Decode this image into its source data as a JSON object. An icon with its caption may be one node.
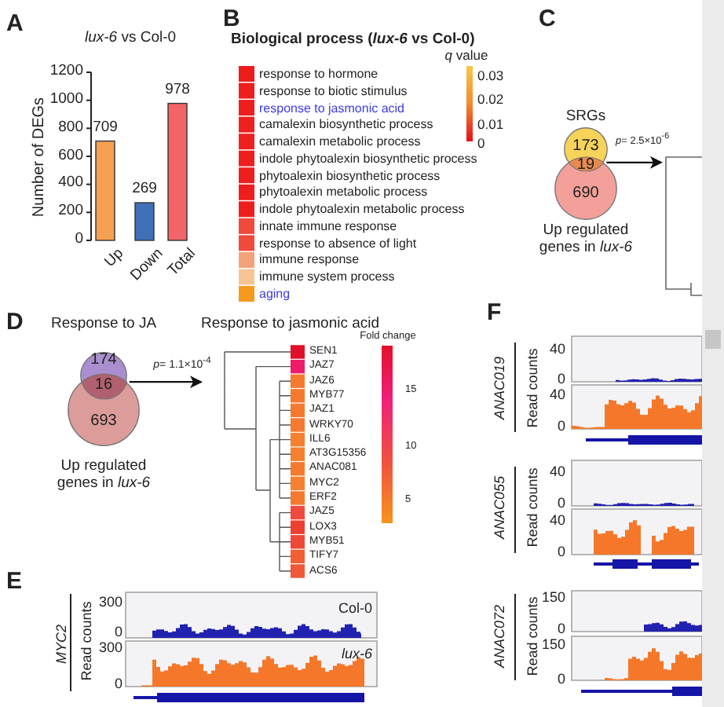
{
  "diagram": {
    "nodes": [
      {
        "text": [
          "173"
        ],
        "beside": [
          "SRGs"
        ]
      },
      {
        "text": [
          "19"
        ]
      },
      {
        "text": [
          "690"
        ],
        "beside": [
          "Up regulated genes in *lux-6*"
        ]
      },
      {
        "text": [
          "174"
        ],
        "beside": [
          "Response to JA"
        ]
      },
      {
        "text": [
          "16"
        ]
      },
      {
        "text": [
          "693"
        ],
        "beside": [
          "Up regulated genes in *lux-6*"
        ]
      },
      {
        "text": [
          "Response to jasmonic acid"
        ]
      },
      {
        "text": [],
        "shape": "picture"
      }
    ],
    "edges": [
      {
        "from": 1,
        "to": 7,
        "arrow": "to",
        "label": "*p*= 2.5×10$^{-6}$"
      },
      {
        "from": 4,
        "to": 6,
        "arrow": "to",
        "label": "*p*= 1.1×10$^{-4}$"
      }
    ],
    "labels": [
      "A",
      "B",
      "Biological process (*lux-6* vs Col-0)",
      "response to hormone",
      "response to biotic stimulus",
      "response to jasmonic acid",
      "camalexin biosynthetic process",
      "camalexin metabolic process",
      "indole phytoalexin biosynthetic process",
      "phytoalexin biosynthetic process",
      "phytoalexin metabolic process",
      "indole phytoalexin metabolic process",
      "innate immune response",
      "response to absence of light",
      "immune response",
      "immune system process",
      "aging",
      "*q* value",
      "0.03",
      "0.02",
      "0.01",
      "0",
      "C",
      "D",
      "SEN1",
      "JAZ7",
      "JAZ6",
      "MYB77",
      "JAZ1",
      "WRKY70",
      "ILL6",
      "AT3G15356",
      "ANAC081",
      "MYC2",
      "ERF2",
      "JAZ5",
      "LOX3",
      "MYB51",
      "TIFY7",
      "ACS6",
      "Fold change",
      "15",
      "10",
      "5",
      "E",
      "MYC2",
      "Read counts",
      "300",
      "0",
      "Col-0",
      "300",
      "0",
      "lux-6",
      "F",
      "ANAC019",
      "Read counts",
      "40",
      "0",
      "40",
      "0",
      "ANAC055",
      "Read counts",
      "40",
      "0",
      "40",
      "0",
      "ANAC072",
      "Read counts",
      "150",
      "0",
      "150",
      "0"
    ],
    "chart_data": {
      "type": "bar",
      "title": "*lux-6* vs Col-0",
      "ylabel": "Number of DEGs",
      "categories": [
        "Up",
        "Down",
        "Total"
      ],
      "values": [
        709,
        269,
        978
      ],
      "ylim": [
        0,
        1200
      ],
      "yticks": [
        0,
        200,
        400,
        600,
        800,
        1000,
        1200
      ],
      "data_labels": true
    }
  }
}
